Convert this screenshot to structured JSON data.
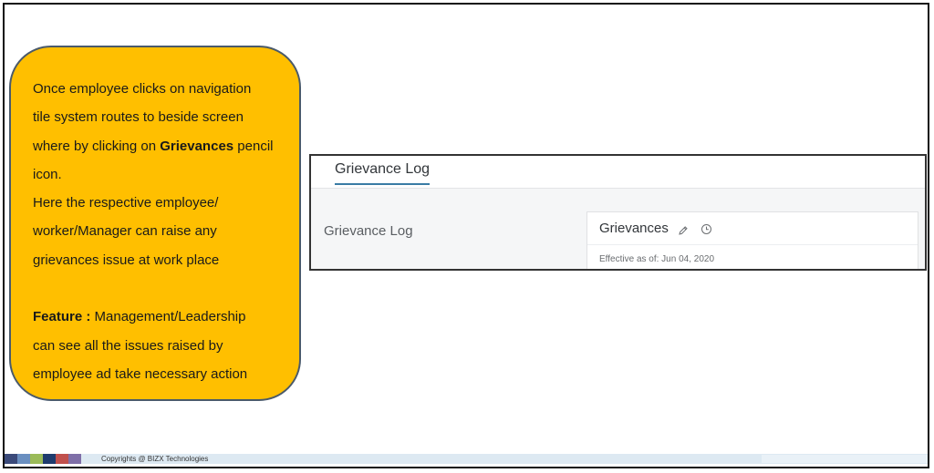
{
  "callout": {
    "line1": "Once employee clicks on navigation",
    "line2": "tile system routes to beside screen",
    "line3_prefix": "where by clicking on ",
    "line3_bold": "Grievances",
    "line3_suffix": " pencil",
    "line4": "icon.",
    "line5": "Here the respective employee/",
    "line6": "worker/Manager can raise any",
    "line7": "grievances issue at work place",
    "feature_label": "Feature :",
    "feature_line1": " Management/Leadership",
    "feature_line2": "can see all the issues raised by",
    "feature_line3": "employee ad take necessary action"
  },
  "screen": {
    "tab_label": "Grievance Log",
    "section_label": "Grievance Log",
    "card": {
      "title": "Grievances",
      "edit_icon": "pencil-icon",
      "history_icon": "clock-icon",
      "effective_text": "Effective as of: Jun 04, 2020"
    }
  },
  "footer": {
    "copyright": "Copyrights @ BIZX Technologies",
    "swatch_colors": [
      "#3b4a7a",
      "#6a8fc0",
      "#9bbb59",
      "#1f3c6e",
      "#c0504d",
      "#7f6fa8"
    ]
  },
  "colors": {
    "callout_bg": "#ffbf00",
    "tab_underline": "#3a7ca5"
  }
}
